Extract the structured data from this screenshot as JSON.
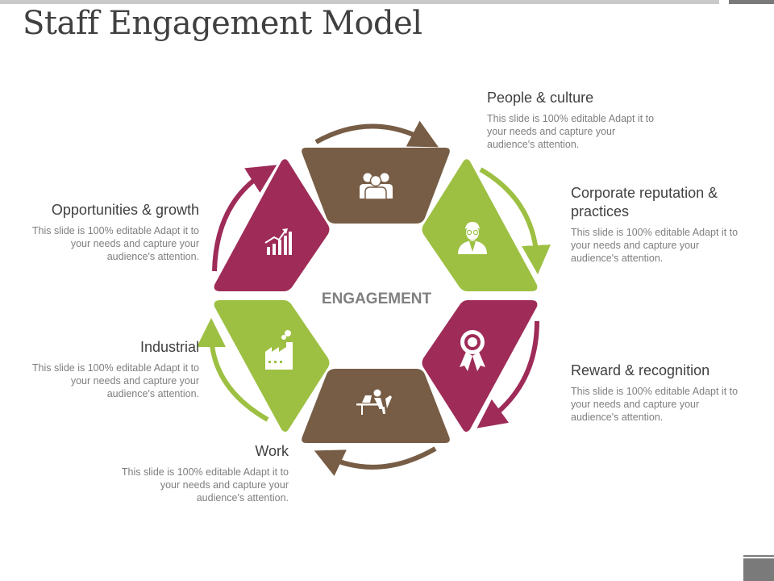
{
  "title": "Staff Engagement Model",
  "center_label": "ENGAGEMENT",
  "colors": {
    "brown": "#775d45",
    "green": "#9dc043",
    "maroon": "#9e2b58",
    "title": "#404040",
    "text": "#7f7f7f"
  },
  "segments": [
    {
      "heading": "People & culture",
      "description": "This slide is 100% editable Adapt it to your needs and capture your audience's attention.",
      "icon": "people-icon",
      "color": "brown"
    },
    {
      "heading": "Corporate reputation & practices",
      "description": "This slide is 100% editable Adapt it to your needs and capture your audience's attention.",
      "icon": "businessman-icon",
      "color": "green"
    },
    {
      "heading": "Reward & recognition",
      "description": "This slide is 100% editable Adapt it to your needs and capture your audience's attention.",
      "icon": "award-ribbon-icon",
      "color": "maroon"
    },
    {
      "heading": "Work",
      "description": "This slide is 100% editable Adapt it to your needs and capture your audience's attention.",
      "icon": "person-at-desk-icon",
      "color": "brown"
    },
    {
      "heading": "Industrial",
      "description": "This slide is 100% editable Adapt it to your needs and capture your audience's attention.",
      "icon": "factory-icon",
      "color": "green"
    },
    {
      "heading": "Opportunities & growth",
      "description": "This slide is 100% editable Adapt it to your needs and capture your audience's attention.",
      "icon": "growth-chart-icon",
      "color": "maroon"
    }
  ]
}
